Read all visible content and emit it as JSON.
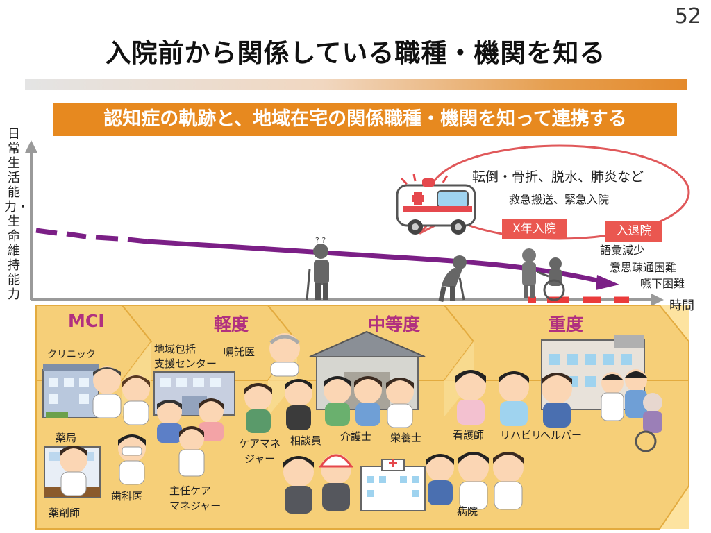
{
  "page_number": "52",
  "title": "入院前から関係している職種・機関を知る",
  "banner": "認知症の軌跡と、地域在宅の関係職種・機関を知って連携する",
  "axes": {
    "y_label": "日常生活能力・生命維持能力",
    "x_label": "時間"
  },
  "callout": {
    "line1": "転倒・骨折、脱水、肺炎など",
    "line2": "救急搬送、緊急入院"
  },
  "tags": {
    "admission": "X年入院",
    "in_out": "入退院"
  },
  "symptoms": [
    "語彙減少",
    "意思疎通困難",
    "嚥下困難"
  ],
  "stages": {
    "mci": "MCI",
    "mild": "軽度",
    "moderate": "中等度",
    "severe": "重度"
  },
  "jobs": {
    "clinic": "クリニック",
    "pharmacy": "薬局",
    "pharmacist": "薬剤師",
    "dentist": "歯科医",
    "community_center_1": "地域包括",
    "community_center_2": "支援センター",
    "commissioned_doctor": "嘱託医",
    "chief_care_manager_1": "主任ケア",
    "chief_care_manager_2": "マネジャー",
    "care_manager_1": "ケアマネ",
    "care_manager_2": "ジャー",
    "counselor": "相談員",
    "care_worker": "介護士",
    "nutritionist": "栄養士",
    "nurse": "看護師",
    "rehab": "リハビリ",
    "helper": "ヘルパー",
    "hospital": "病院"
  },
  "colors": {
    "accent_orange": "#e7891f",
    "trajectory_purple": "#7b1f86",
    "tag_red": "#ea5750",
    "stage_fill": "#f6cf78",
    "axis_gray": "#9a9a9a"
  }
}
